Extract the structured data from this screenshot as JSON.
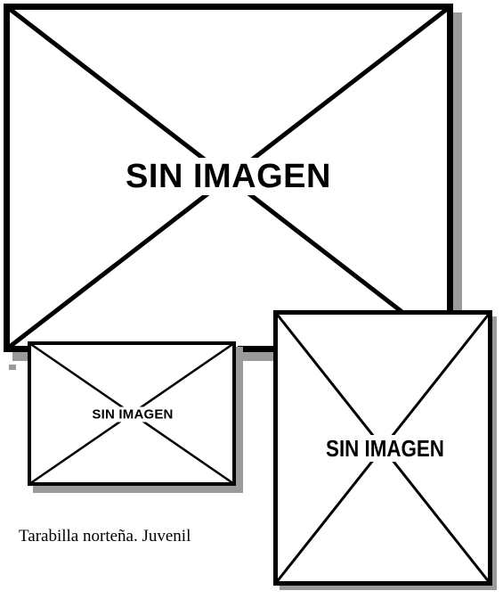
{
  "placeholders": {
    "large_label": "SIN IMAGEN",
    "small_label": "SIN IMAGEN",
    "portrait_label": "SIN IMAGEN"
  },
  "caption": {
    "text": "Tarabilla norteña. Juvenil"
  },
  "colors": {
    "frame": "#000000",
    "shadow": "#9a9a9a",
    "background": "#ffffff"
  }
}
